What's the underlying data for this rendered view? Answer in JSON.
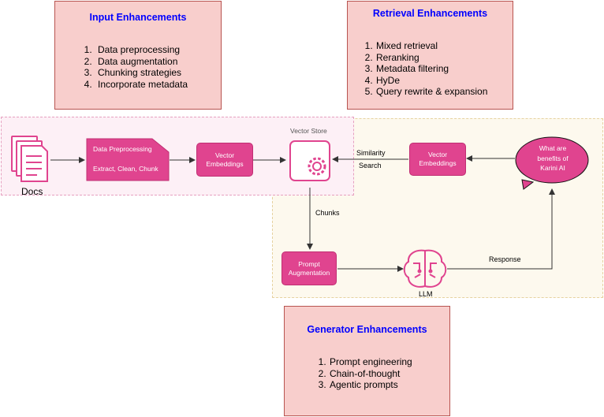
{
  "input_enhancements": {
    "title": "Input Enhancements",
    "items": [
      "Data preprocessing",
      "Data augmentation",
      "Chunking strategies",
      "Incorporate metadata"
    ]
  },
  "retrieval_enhancements": {
    "title": "Retrieval Enhancements",
    "items": [
      "Mixed retrieval",
      "Reranking",
      "Metadata filtering",
      "HyDe",
      "Query rewrite & expansion"
    ]
  },
  "generator_enhancements": {
    "title": "Generator Enhancements",
    "items": [
      "Prompt engineering",
      "Chain-of-thought",
      "Agentic prompts"
    ]
  },
  "pipeline": {
    "docs_label": "Docs",
    "data_preprocessing_title": "Data Preprocessing",
    "data_preprocessing_sub": "Extract, Clean, Chunk",
    "vector_embeddings_left": "Vector Embeddings",
    "vector_store_label": "Vector Store",
    "similarity_search_label_1": "Similarity",
    "similarity_search_label_2": "Search",
    "vector_embeddings_right": "Vector Embeddings",
    "query_bubble": "What are benefits of Karini AI",
    "chunks_label": "Chunks",
    "prompt_augmentation": "Prompt Augmentation",
    "llm_label": "LLM",
    "response_label": "Response"
  },
  "colors": {
    "magenta": "#e0448f",
    "enh_fill": "#f8cecc",
    "enh_border": "#b85450",
    "title_blue": "#0000ff"
  }
}
